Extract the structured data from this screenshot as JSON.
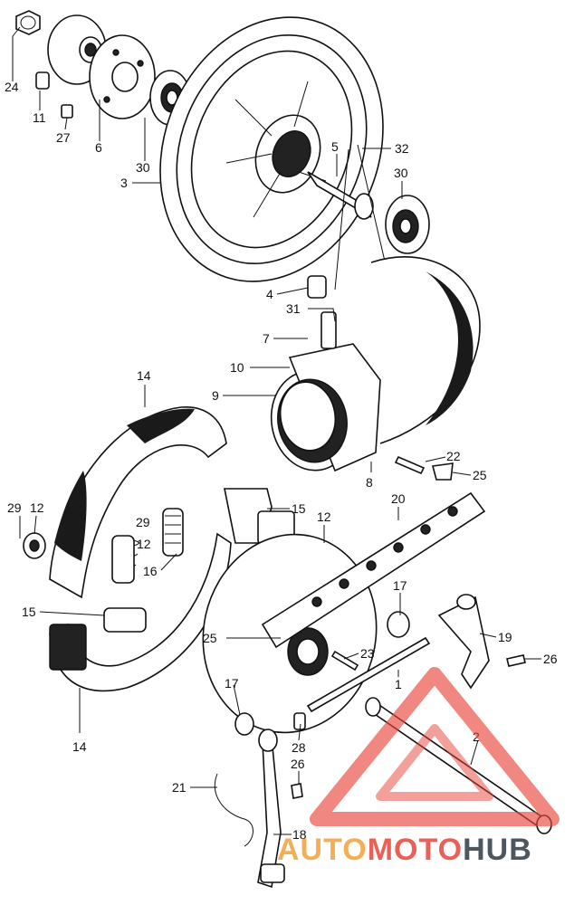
{
  "callouts": [
    {
      "id": "c24a",
      "text": "24"
    },
    {
      "id": "c11",
      "text": "11"
    },
    {
      "id": "c27",
      "text": "27"
    },
    {
      "id": "c6",
      "text": "6"
    },
    {
      "id": "c30a",
      "text": "30"
    },
    {
      "id": "c3",
      "text": "3"
    },
    {
      "id": "c5",
      "text": "5"
    },
    {
      "id": "c32",
      "text": "32"
    },
    {
      "id": "c30b",
      "text": "30"
    },
    {
      "id": "c4",
      "text": "4"
    },
    {
      "id": "c31",
      "text": "31"
    },
    {
      "id": "c7",
      "text": "7"
    },
    {
      "id": "c10",
      "text": "10"
    },
    {
      "id": "c9",
      "text": "9"
    },
    {
      "id": "c14a",
      "text": "14"
    },
    {
      "id": "c22",
      "text": "22"
    },
    {
      "id": "c25a",
      "text": "25"
    },
    {
      "id": "c8",
      "text": "8"
    },
    {
      "id": "c20",
      "text": "20"
    },
    {
      "id": "c15a",
      "text": "15"
    },
    {
      "id": "c12a",
      "text": "12"
    },
    {
      "id": "c29a",
      "text": "29"
    },
    {
      "id": "c12b",
      "text": "12"
    },
    {
      "id": "c29b",
      "text": "29"
    },
    {
      "id": "c12c",
      "text": "12"
    },
    {
      "id": "c16",
      "text": "16"
    },
    {
      "id": "c17a",
      "text": "17"
    },
    {
      "id": "c15b",
      "text": "15"
    },
    {
      "id": "c19",
      "text": "19"
    },
    {
      "id": "c25b",
      "text": "25"
    },
    {
      "id": "c23",
      "text": "23"
    },
    {
      "id": "c26a",
      "text": "26"
    },
    {
      "id": "c1",
      "text": "1"
    },
    {
      "id": "c17b",
      "text": "17"
    },
    {
      "id": "c14b",
      "text": "14"
    },
    {
      "id": "c2",
      "text": "2"
    },
    {
      "id": "c28",
      "text": "28"
    },
    {
      "id": "c26b",
      "text": "26"
    },
    {
      "id": "c21",
      "text": "21"
    },
    {
      "id": "c18",
      "text": "18"
    }
  ],
  "watermark": {
    "brand_part1": "AUTO",
    "brand_part2": "MOTO",
    "brand_part3": "HUB",
    "color_part1": "#f2a23a",
    "color_part2": "#e8443a",
    "color_part3": "#2f3a44"
  },
  "colors": {
    "line": "#111111",
    "watermark_triangle": "#e8443a"
  }
}
